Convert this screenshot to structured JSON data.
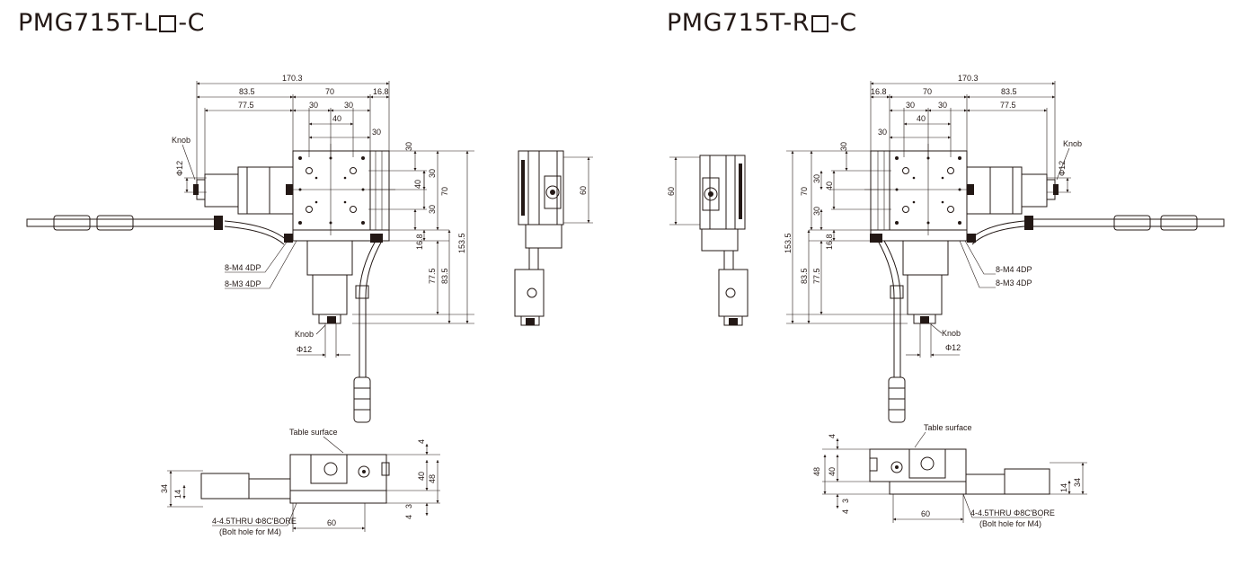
{
  "titles": {
    "left": {
      "prefix": "PMG715T-L",
      "suffix": "-C"
    },
    "right": {
      "prefix": "PMG715T-R",
      "suffix": "-C"
    }
  },
  "left": {
    "dims_top": [
      "170.3",
      "83.5",
      "70",
      "16.8",
      "77.5",
      "30",
      "30",
      "40",
      "30"
    ],
    "dims_right": [
      "30",
      "30",
      "40",
      "70",
      "30",
      "16.8",
      "77.5",
      "83.5",
      "153.5"
    ],
    "knob_top": "Knob",
    "phi_top": "Φ12",
    "holes_m4": "8-M4 4DP",
    "holes_m3": "8-M3 4DP",
    "knob_bottom": "Knob",
    "phi_bottom": "Φ12",
    "side_dim": "60",
    "front": {
      "table_surface": "Table surface",
      "dims_right": [
        "4",
        "40",
        "48"
      ],
      "dims_left": [
        "34",
        "14"
      ],
      "dims_bottom": [
        "3",
        "4",
        "60"
      ],
      "thru": "4-4.5THRU Φ8C'BORE",
      "bolt": "(Bolt hole for M4)"
    }
  },
  "right": {
    "dims_top": [
      "170.3",
      "16.8",
      "70",
      "83.5",
      "30",
      "30",
      "77.5",
      "40",
      "30"
    ],
    "dims_left": [
      "30",
      "30",
      "40",
      "70",
      "30",
      "16.8",
      "77.5",
      "83.5",
      "153.5"
    ],
    "knob_top": "Knob",
    "phi_top": "Φ12",
    "holes_m4": "8-M4 4DP",
    "holes_m3": "8-M3 4DP",
    "knob_bottom": "Knob",
    "phi_bottom": "Φ12",
    "side_dim": "60",
    "front": {
      "table_surface": "Table surface",
      "dims_left": [
        "4",
        "40",
        "48"
      ],
      "dims_right": [
        "34",
        "14"
      ],
      "dims_bottom": [
        "3",
        "4",
        "60"
      ],
      "thru": "4-4.5THRU Φ8C'BORE",
      "bolt": "(Bolt hole for M4)"
    }
  }
}
